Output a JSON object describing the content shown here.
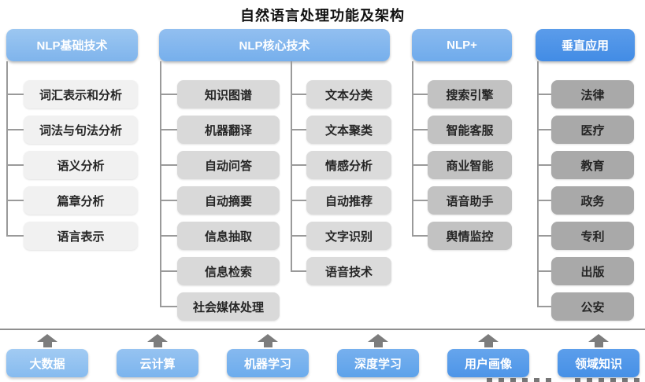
{
  "title": "自然语言处理功能及架构",
  "columns": [
    {
      "header": "NLP基础技术",
      "items": [
        "词汇表示和分析",
        "词法与句法分析",
        "语义分析",
        "篇章分析",
        "语言表示"
      ]
    },
    {
      "header": "NLP核心技术",
      "groups": [
        [
          "知识图谱",
          "机器翻译",
          "自动问答",
          "自动摘要",
          "信息抽取",
          "信息检索",
          "社会媒体处理"
        ],
        [
          "文本分类",
          "文本聚类",
          "情感分析",
          "自动推荐",
          "文字识别",
          "语音技术"
        ]
      ]
    },
    {
      "header": "NLP+",
      "items": [
        "搜索引擎",
        "智能客服",
        "商业智能",
        "语音助手",
        "舆情监控"
      ]
    },
    {
      "header": "垂直应用",
      "items": [
        "法律",
        "医疗",
        "教育",
        "政务",
        "专利",
        "出版",
        "公安"
      ]
    }
  ],
  "foundation": {
    "labels": [
      "大数据",
      "云计算",
      "机器学习",
      "深度学习",
      "用户画像",
      "领域知识"
    ]
  },
  "colors": {
    "header_blue_light": "#8abcee",
    "header_blue_dark": "#4a90e6",
    "tier1_gray": "#f1f1f1",
    "tier2_gray": "#d9d9d9",
    "tier3_gray": "#c2c2c2",
    "tier4_gray": "#a9a9a9",
    "foundation_blue_light": "#8fc2f1",
    "foundation_blue_dark": "#4690e7",
    "connector_gray": "#9a9a9a",
    "arrow_gray": "#7d7d7d"
  }
}
